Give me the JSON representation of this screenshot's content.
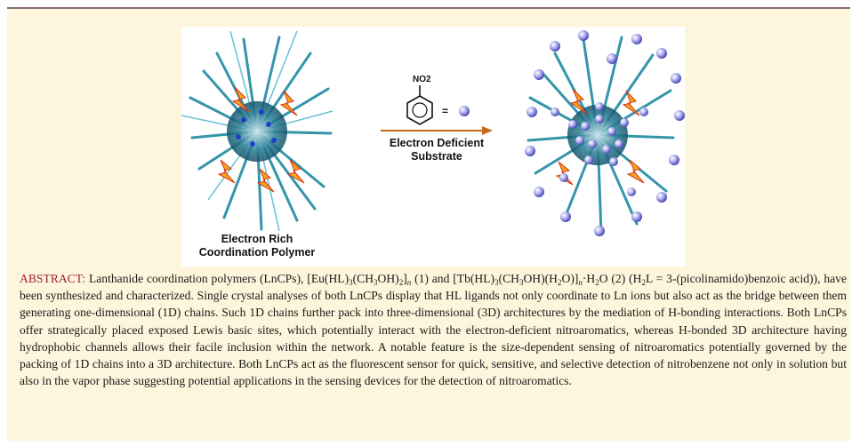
{
  "graphic": {
    "caption_left": [
      "Electron Rich",
      "Coordination Polymer"
    ],
    "caption_arrow": [
      "Electron Deficient",
      "Substrate"
    ],
    "substituent": "NO2",
    "equals": "="
  },
  "abstract": {
    "label": "ABSTRACT:",
    "p1": " Lanthanide coordination polymers (LnCPs), [Eu(HL)",
    "p2": "(CH",
    "p3": "OH)",
    "p4": "]",
    "p5": " (1) and [Tb(HL)",
    "p6": "(CH",
    "p7": "OH)(H",
    "p8": "O)]",
    "p9": "·H",
    "p10": "O (2) (H",
    "p11": "L = 3-(picolinamido)benzoic acid)), have been synthesized and characterized. Single crystal analyses of both LnCPs display that HL ligands not only coordinate to Ln ions but also act as the bridge between them generating one-dimensional (1D) chains. Such 1D chains further pack into three-dimensional (3D) architectures by the mediation of H-bonding interactions. Both LnCPs offer strategically placed exposed Lewis basic sites, which potentially interact with the electron-deficient nitroaromatics, whereas H-bonded 3D architecture having hydrophobic channels allows their facile inclusion within the network. A notable feature is the size-dependent sensing of nitroaromatics potentially governed by the packing of 1D chains into a 3D architecture. Both LnCPs act as the fluorescent sensor for quick, sensitive, and selective detection of nitrobenzene not only in solution but also in the vapor phase suggesting potential applications in the sensing devices for the detection of nitroaromatics.",
    "sub3": "3",
    "sub2": "2",
    "subn": "n"
  }
}
